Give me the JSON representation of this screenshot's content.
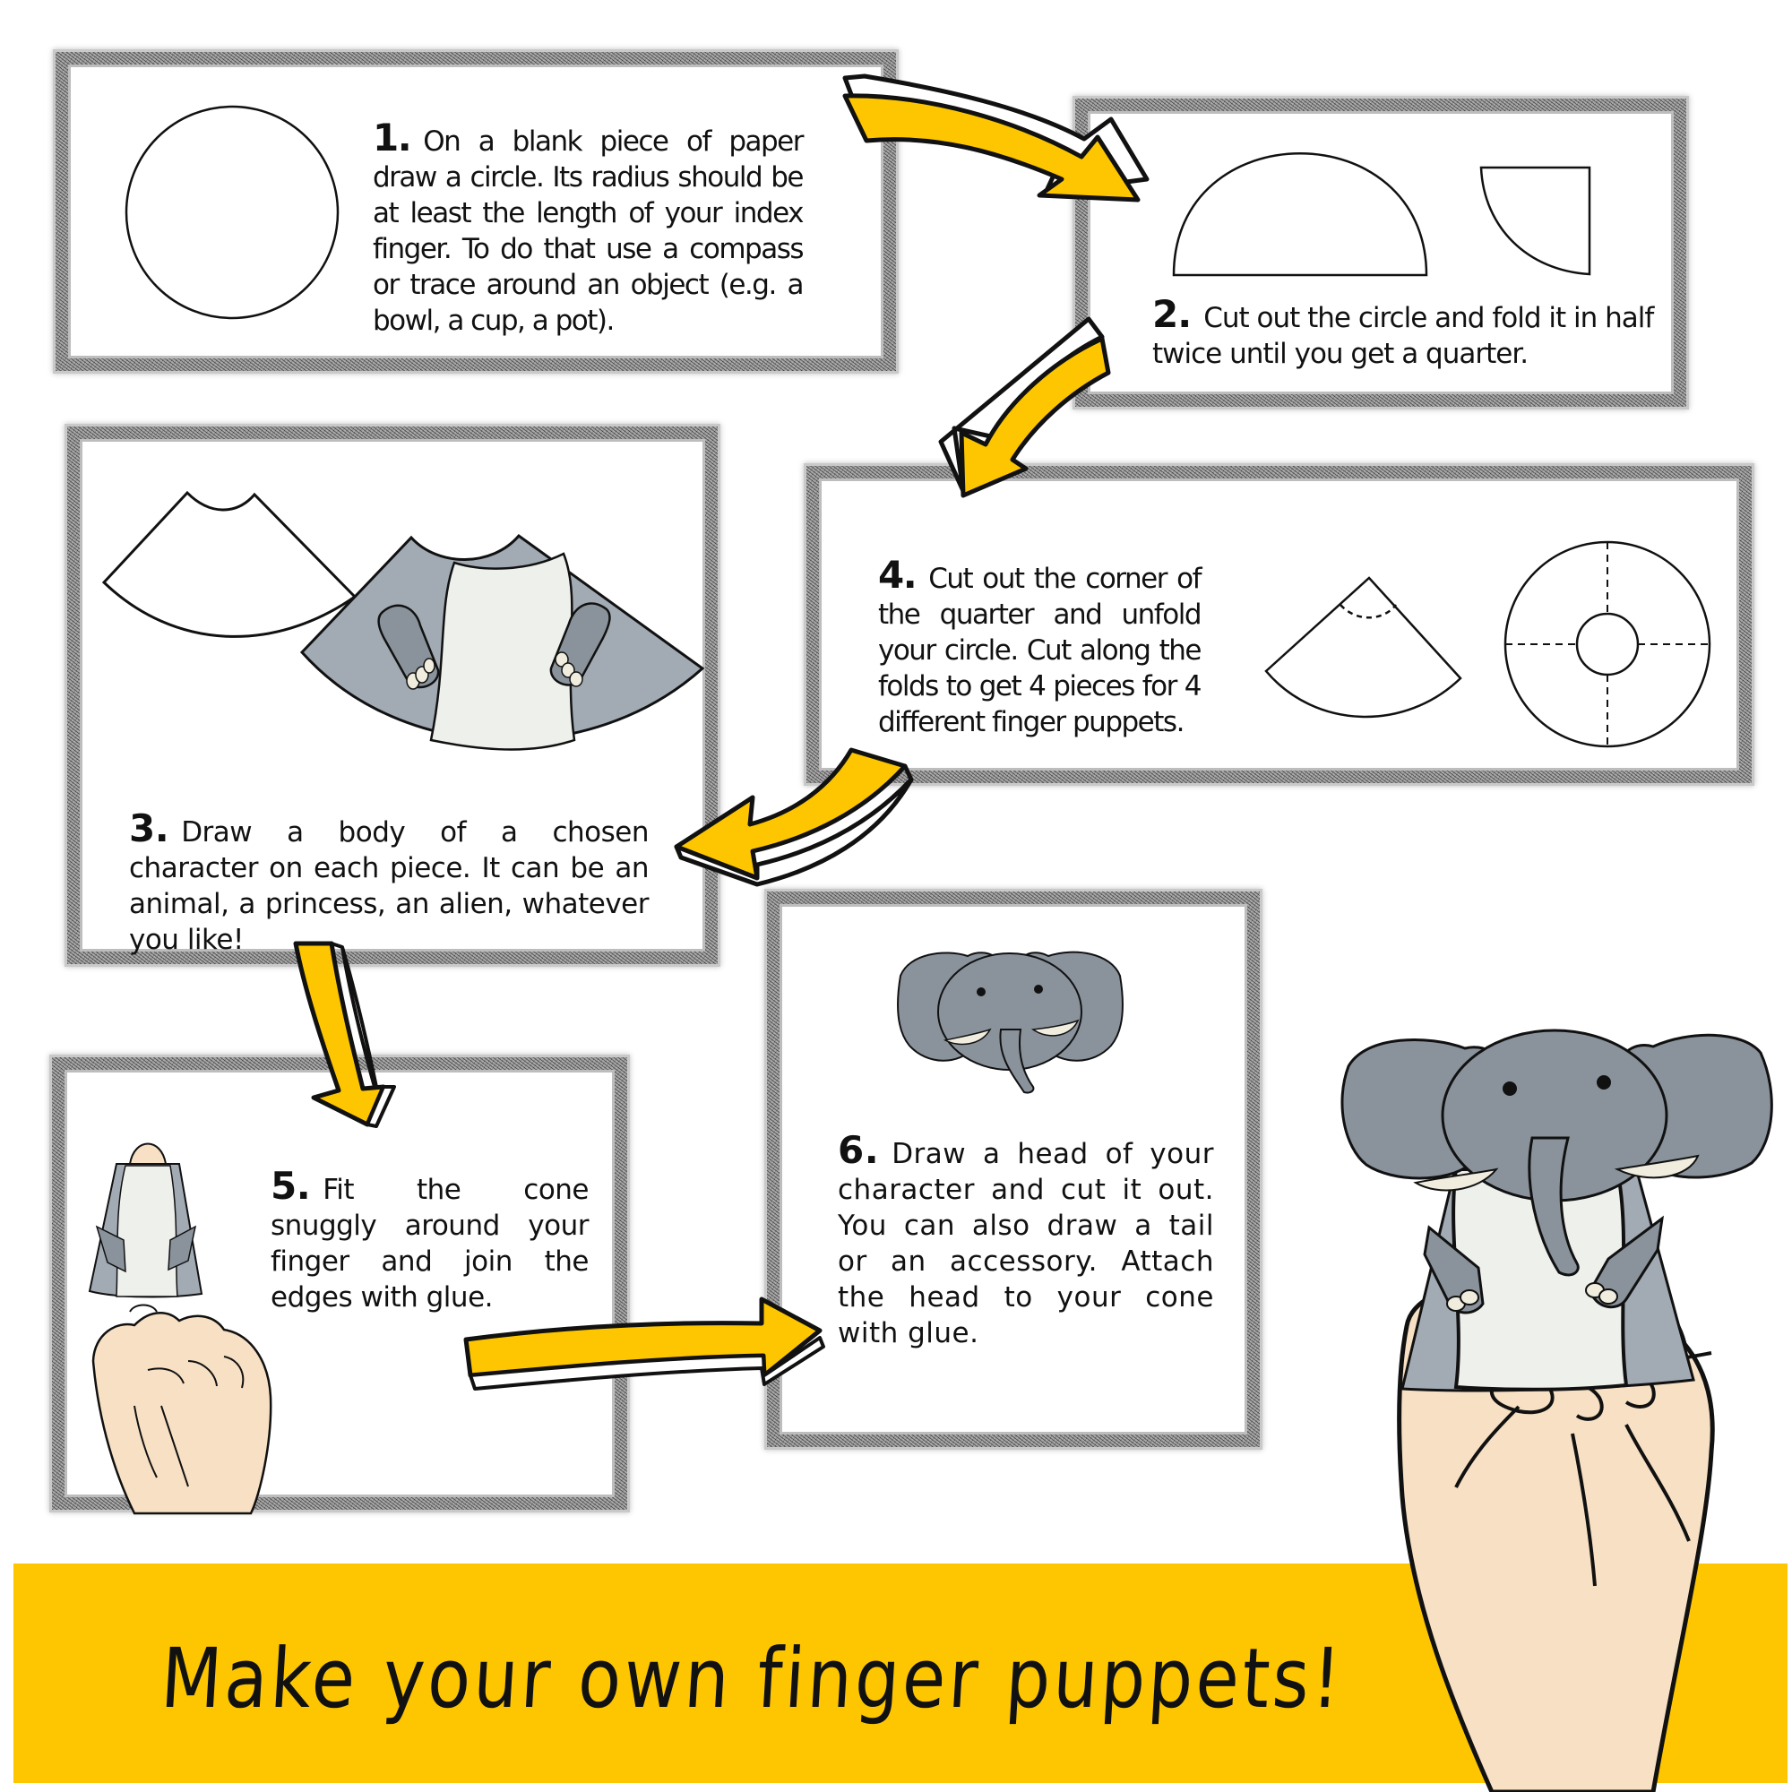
{
  "title": "Make your own finger puppets!",
  "colors": {
    "accent_yellow": "#FDC600",
    "elephant_gray": "#8A939C",
    "body_gray": "#A2ABB4",
    "belly": "#EEF0EC",
    "skin": "#F7E0C4",
    "tusk": "#F0EDDF"
  },
  "steps": [
    {
      "number": "1.",
      "text": "On a blank piece of paper draw a circle. Its radius should be at least the length of your index finger. To do that use a compass or trace around an object (e.g. a bowl, a cup, a pot)."
    },
    {
      "number": "2.",
      "text": "Cut out the circle and fold it in half twice until you get a quarter."
    },
    {
      "number": "3.",
      "text": "Draw a body of a chosen character on each piece. It can be an animal, a princess, an alien, whatever you like!"
    },
    {
      "number": "4.",
      "text": "Cut out the corner of the quarter and unfold your circle. Cut along the folds to get 4 pieces for 4 different finger puppets."
    },
    {
      "number": "5.",
      "text": "Fit the cone snuggly around your finger and join the edges with glue."
    },
    {
      "number": "6.",
      "text": "Draw a head of your character and cut it out. You can also draw a tail or an accessory.  Attach the head to your cone with glue."
    }
  ]
}
